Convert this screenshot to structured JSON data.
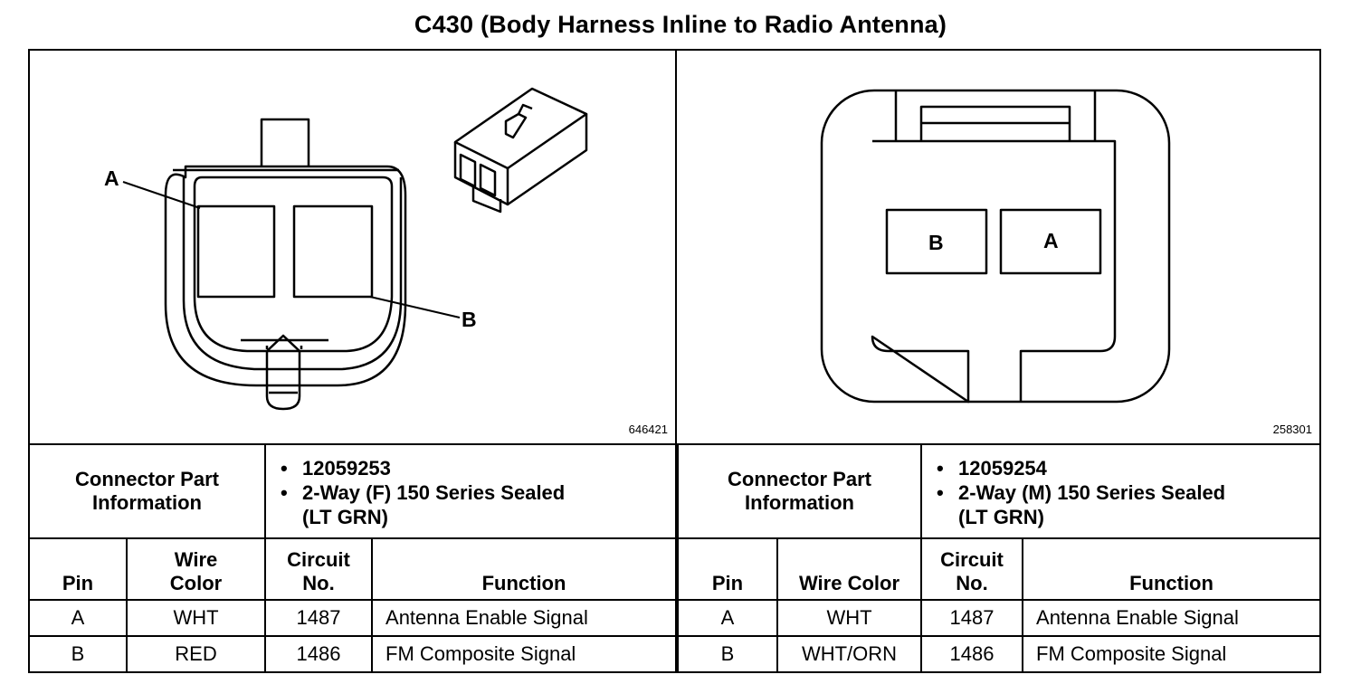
{
  "title": "C430 (Body Harness Inline to Radio Antenna)",
  "left": {
    "figure_number": "646421",
    "pin_label_a": "A",
    "pin_label_b": "B",
    "connector_label_line1": "Connector Part",
    "connector_label_line2": "Information",
    "part_number": "12059253",
    "description_line1": "2-Way (F) 150 Series Sealed",
    "description_line2": "(LT GRN)",
    "headers": {
      "pin": "Pin",
      "wire_line1": "Wire",
      "wire_line2": "Color",
      "circuit_line1": "Circuit",
      "circuit_line2": "No.",
      "function": "Function"
    },
    "rows": [
      {
        "pin": "A",
        "wire": "WHT",
        "circuit": "1487",
        "function": "Antenna Enable Signal"
      },
      {
        "pin": "B",
        "wire": "RED",
        "circuit": "1486",
        "function": "FM Composite Signal"
      }
    ]
  },
  "right": {
    "figure_number": "258301",
    "pin_label_a": "A",
    "pin_label_b": "B",
    "connector_label_line1": "Connector Part",
    "connector_label_line2": "Information",
    "part_number": "12059254",
    "description_line1": "2-Way (M) 150 Series Sealed",
    "description_line2": "(LT GRN)",
    "headers": {
      "pin": "Pin",
      "wire": "Wire Color",
      "circuit_line1": "Circuit",
      "circuit_line2": "No.",
      "function": "Function"
    },
    "rows": [
      {
        "pin": "A",
        "wire": "WHT",
        "circuit": "1487",
        "function": "Antenna Enable Signal"
      },
      {
        "pin": "B",
        "wire": "WHT/ORN",
        "circuit": "1486",
        "function": "FM Composite Signal"
      }
    ]
  }
}
